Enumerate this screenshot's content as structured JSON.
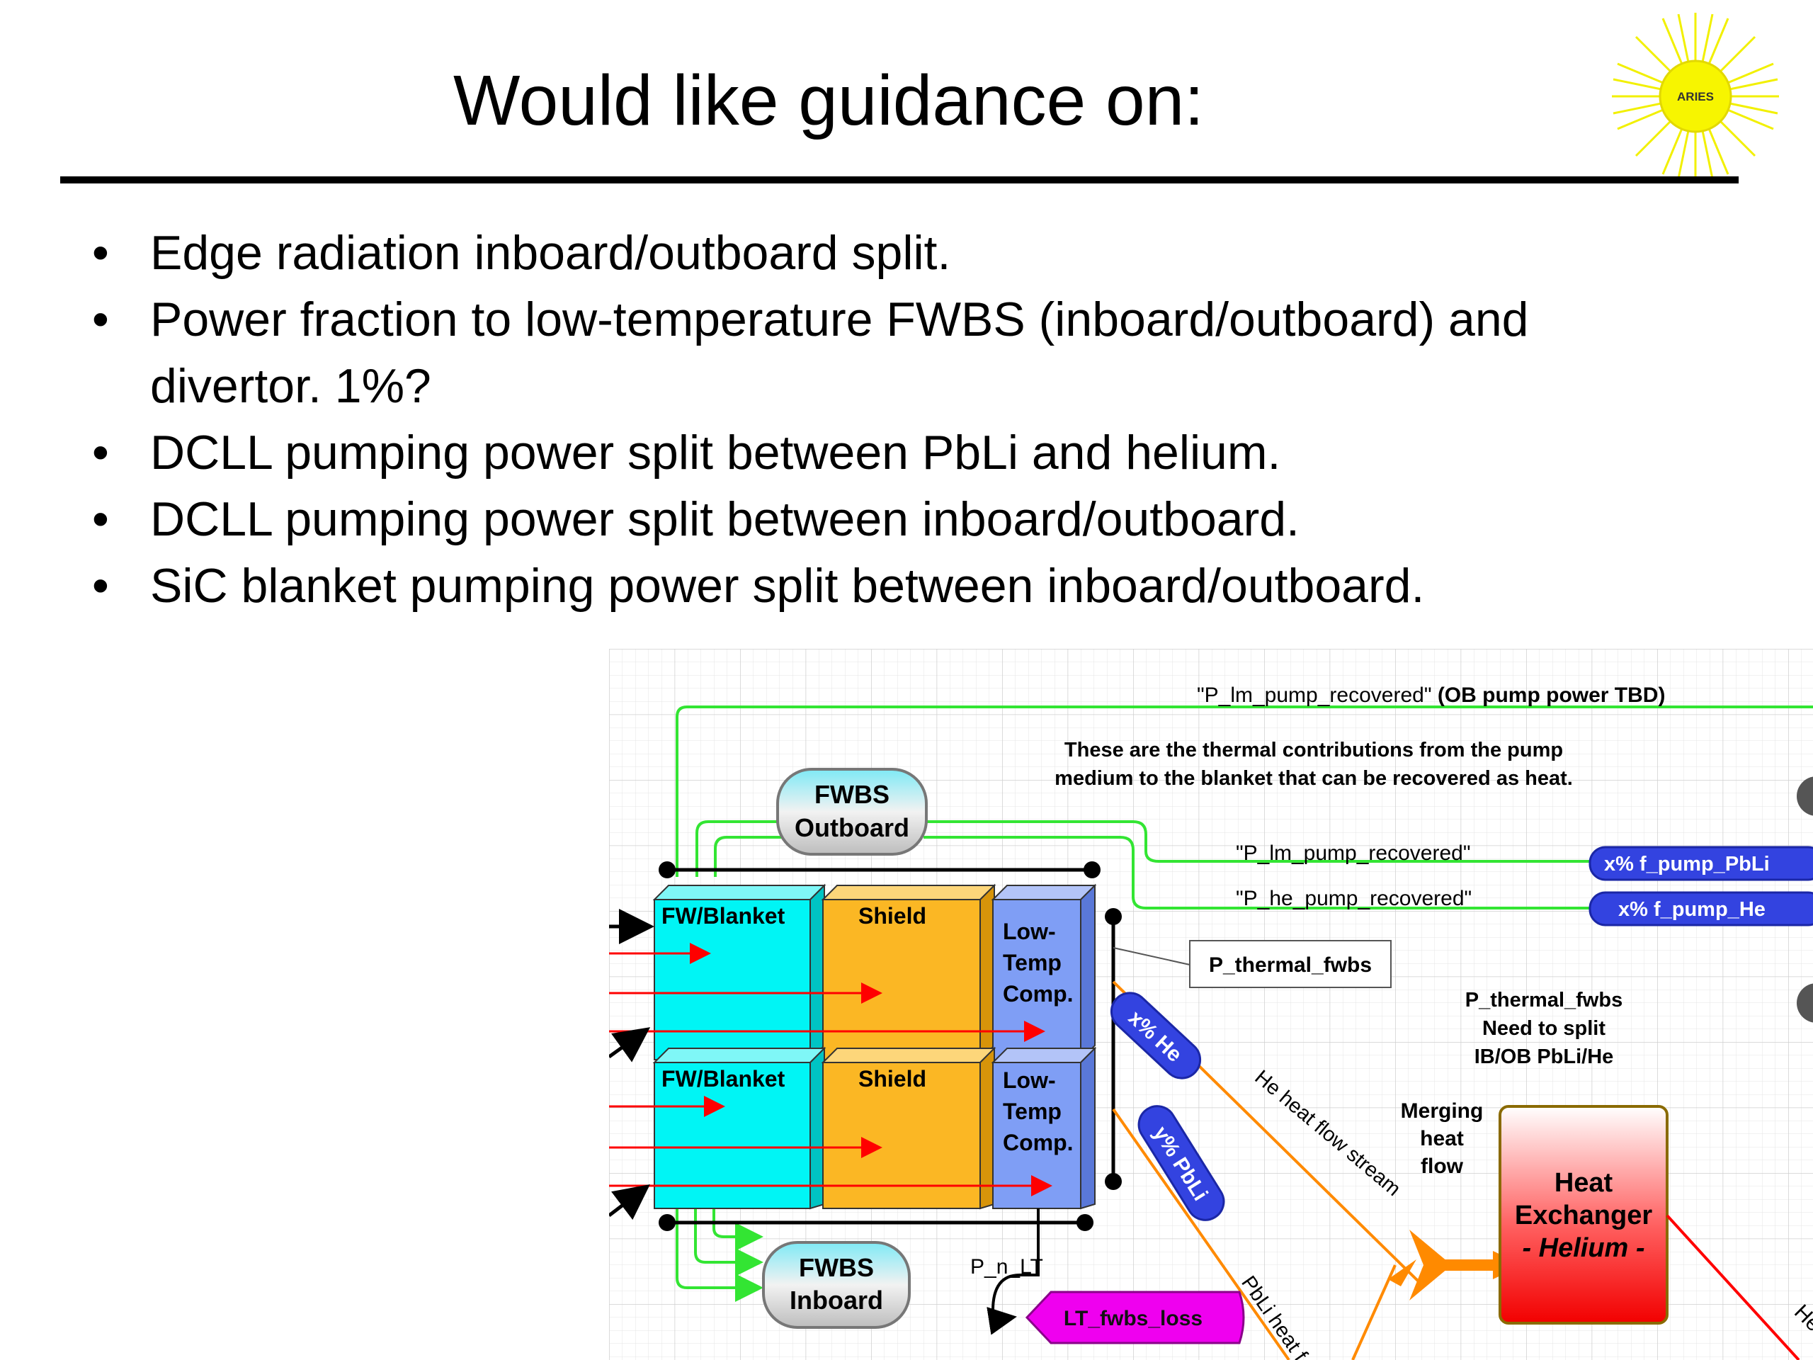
{
  "slide": {
    "title": "Would like guidance on:",
    "logo_text": "ARIES",
    "bullets": [
      "Edge radiation inboard/outboard split.",
      "Power fraction to low-temperature FWBS (inboard/outboard) and divertor. 1%?",
      "DCLL pumping power split between PbLi and helium.",
      "DCLL pumping power split between inboard/outboard.",
      "SiC blanket pumping power split between inboard/outboard."
    ]
  },
  "diagram": {
    "top_label_plain": "\"P_lm_pump_recovered\"",
    "top_label_bold": "(OB pump power TBD)",
    "note_line1": "These are the thermal contributions from the pump",
    "note_line2": "medium to the blanket that can be recovered as heat.",
    "fwbs_outboard_line1": "FWBS",
    "fwbs_outboard_line2": "Outboard",
    "fwbs_inboard_line1": "FWBS",
    "fwbs_inboard_line2": "Inboard",
    "lm_recovered": "\"P_lm_pump_recovered\"",
    "he_recovered": "\"P_he_pump_recovered\"",
    "pump_pbli": "x% f_pump_PbLi",
    "pump_he": "x% f_pump_He",
    "fw_blanket_top": "FW/Blanket",
    "shield_top": "Shield",
    "lowtemp_top": [
      "Low-",
      "Temp",
      "Comp."
    ],
    "fw_blanket_bottom": "FW/Blanket",
    "shield_bottom": "Shield",
    "lowtemp_bottom": [
      "Low-",
      "Temp",
      "Comp."
    ],
    "p_thermal_box": "P_thermal_fwbs",
    "split_note": [
      "P_thermal_fwbs",
      "Need to split",
      "IB/OB PbLi/He"
    ],
    "he_pill": "x% He",
    "pbli_pill": "y% PbLi",
    "he_stream": "He heat flow stream",
    "pbli_stream": "PbLi heat f",
    "merging": [
      "Merging",
      "heat",
      "flow"
    ],
    "hx_line1": "Heat",
    "hx_line2": "Exchanger",
    "hx_line3": "- Helium -",
    "p_n_lt": "P_n_LT",
    "lt_loss": "LT_fwbs_loss",
    "right_edge_label": "He"
  },
  "colors": {
    "fw_blanket": "#00f5f5",
    "shield": "#fbb724",
    "lowtemp": "#7f9ef5",
    "green_flow": "#33e533",
    "pill_blue": "#3343e0",
    "lt_loss": "#ef00ef",
    "hx_red": "#f50000",
    "flow_orange": "#ff8a00",
    "sun_yellow": "#f7f500"
  }
}
